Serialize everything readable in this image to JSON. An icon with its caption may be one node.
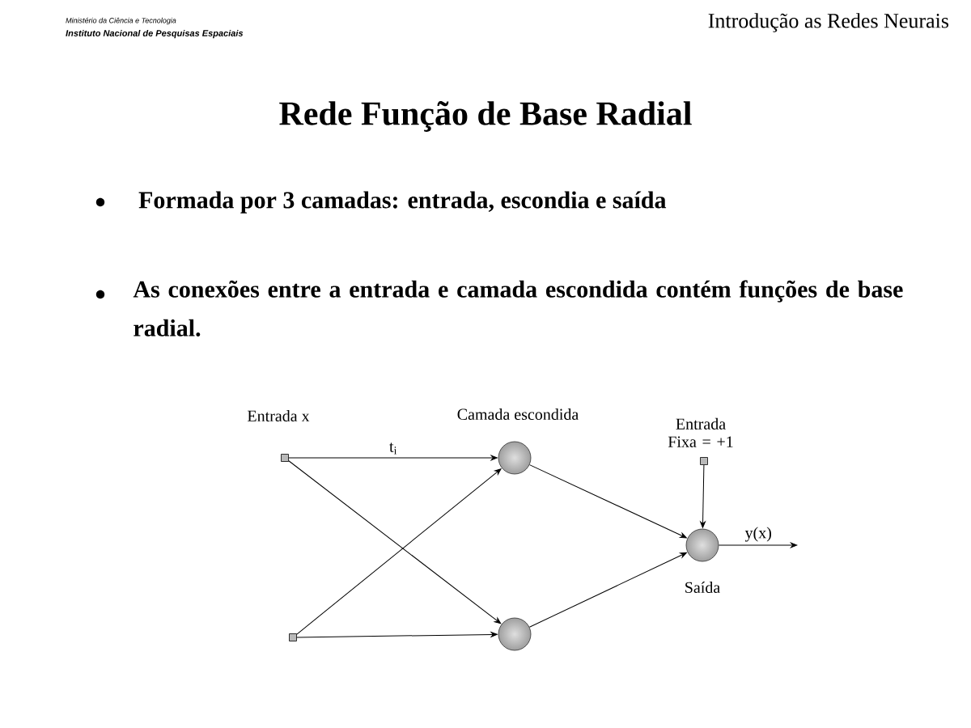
{
  "diagram": {
    "title": "Rede Função de Base Radial",
    "nodes": [
      {
        "text": [],
        "shape": "box"
      },
      {
        "text": [],
        "shape": "box"
      },
      {
        "text": [
          "Camada escondida"
        ]
      },
      {
        "text": [],
        "shape": "circle"
      },
      {
        "text": [],
        "shape": "box",
        "beside": [
          "Entrada Fixa = +1"
        ]
      },
      {
        "text": [],
        "shape": "circle",
        "beside": [
          "Saída"
        ]
      }
    ],
    "edges": [
      {
        "from": 0,
        "to": 2,
        "arrow": "to",
        "label": "t$_{i}$"
      },
      {
        "from": 0,
        "to": 3,
        "arrow": "to"
      },
      {
        "from": 1,
        "to": 2,
        "arrow": "to"
      },
      {
        "from": 1,
        "to": 3,
        "arrow": "to"
      },
      {
        "from": 2,
        "to": 5,
        "arrow": "to"
      },
      {
        "from": 3,
        "to": 5,
        "arrow": "to"
      },
      {
        "from": 4,
        "to": 5,
        "arrow": "to"
      },
      {
        "from": 5,
        "to": null,
        "arrow": "to",
        "label": "y(x)"
      }
    ],
    "labels": [
      "Ministério da Ciência e Tecnologia",
      "Instituto Nacional de Pesquisas Espaciais",
      "Introdução as Redes Neurais",
      "Formada por 3 camadas: entrada, escondia e saída",
      "As conexões entre a entrada e camada escondida contém funções de base radial.",
      "Entrada x"
    ]
  }
}
